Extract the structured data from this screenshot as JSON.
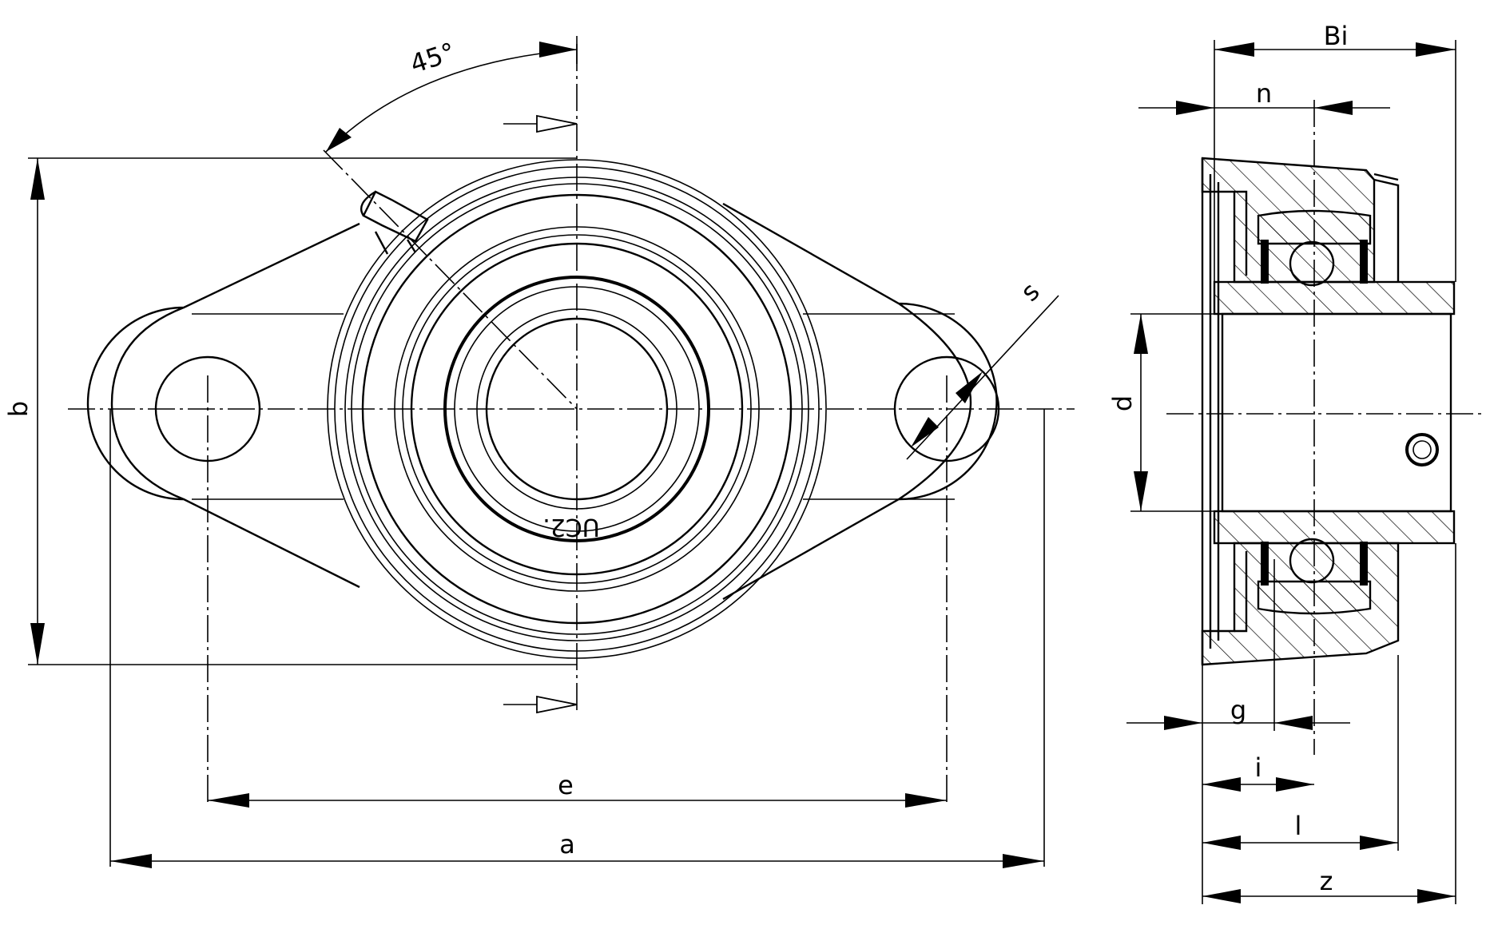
{
  "labels": {
    "angle": "45°",
    "b": "b",
    "e": "e",
    "a": "a",
    "s": "s",
    "Bi": "Bi",
    "n": "n",
    "d": "d",
    "g": "g",
    "i": "i",
    "l": "l",
    "z": "z",
    "marking": "UC2."
  }
}
